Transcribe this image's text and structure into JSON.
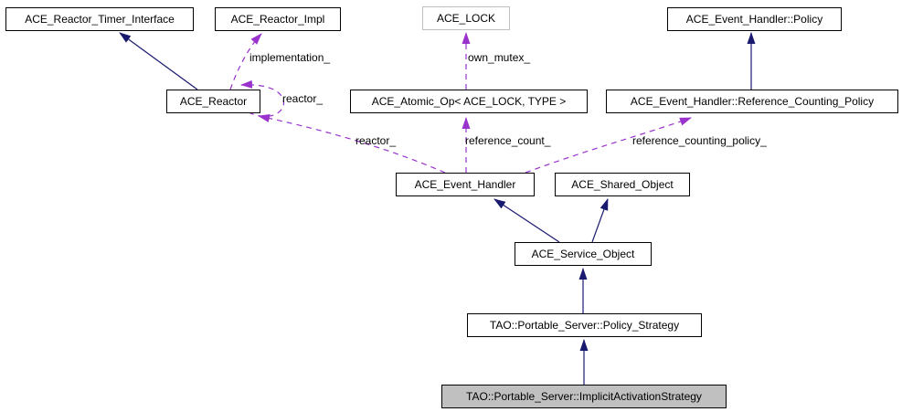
{
  "diagram": {
    "type": "doxygen-collaboration-diagram",
    "colors": {
      "inheritance_edge": "#191970",
      "usage_edge": "#9a32cd",
      "node_border": "#000000",
      "template_node_border": "#c0c0c0",
      "focus_node_fill": "#c0c0c0",
      "text": "#000000",
      "background": "#ffffff"
    },
    "nodes": [
      {
        "id": "ace-reactor-timer-interface",
        "label": "ACE_Reactor_Timer_Interface"
      },
      {
        "id": "ace-reactor-impl",
        "label": "ACE_Reactor_Impl"
      },
      {
        "id": "ace-lock",
        "label": "ACE_LOCK"
      },
      {
        "id": "ace-event-handler-policy",
        "label": "ACE_Event_Handler::Policy"
      },
      {
        "id": "ace-reactor",
        "label": "ACE_Reactor"
      },
      {
        "id": "ace-atomic-op",
        "label": "ACE_Atomic_Op< ACE_LOCK, TYPE >"
      },
      {
        "id": "ace-event-handler-reference-counting-policy",
        "label": "ACE_Event_Handler::Reference_Counting_Policy"
      },
      {
        "id": "ace-event-handler",
        "label": "ACE_Event_Handler"
      },
      {
        "id": "ace-shared-object",
        "label": "ACE_Shared_Object"
      },
      {
        "id": "ace-service-object",
        "label": "ACE_Service_Object"
      },
      {
        "id": "tao-portable-server-policy-strategy",
        "label": "TAO::Portable_Server::Policy_Strategy"
      },
      {
        "id": "tao-portable-server-implicit-activation-strategy",
        "label": "TAO::Portable_Server::ImplicitActivationStrategy"
      }
    ],
    "edge_labels": [
      {
        "id": "implementation",
        "text": "implementation_"
      },
      {
        "id": "own-mutex",
        "text": "own_mutex_"
      },
      {
        "id": "reactor-self-loop",
        "text": "reactor_"
      },
      {
        "id": "reactor",
        "text": "reactor_"
      },
      {
        "id": "reference-count",
        "text": "reference_count_"
      },
      {
        "id": "reference-counting-policy",
        "text": "reference_counting_policy_"
      }
    ]
  }
}
